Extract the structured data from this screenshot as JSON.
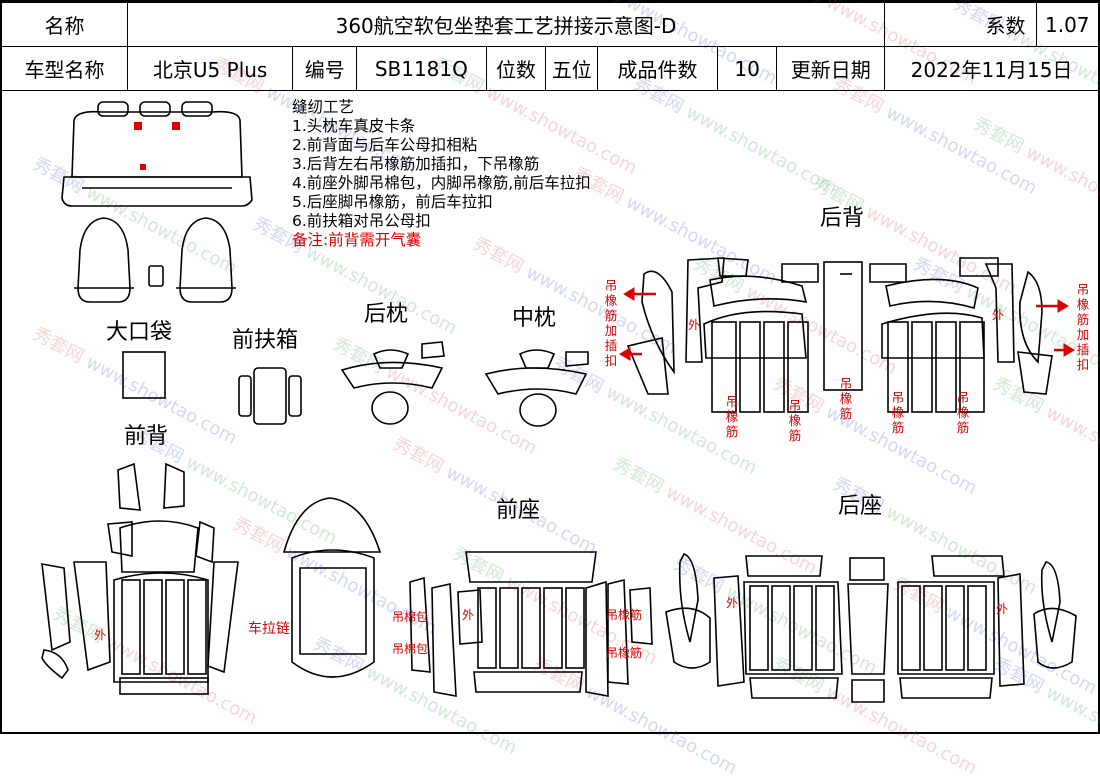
{
  "header": {
    "name_label": "名称",
    "title": "360航空软包坐垫套工艺拼接示意图-D",
    "coef_label": "系数",
    "coef_value": "1.07",
    "model_label": "车型名称",
    "model_value": "北京U5 Plus",
    "code_label": "编号",
    "code_value": "SB1181Q",
    "seats_label": "位数",
    "seats_value": "五位",
    "pieces_label": "成品件数",
    "pieces_value": "10",
    "date_label": "更新日期",
    "date_value": "2022年11月15日"
  },
  "notes": {
    "title": "缝纫工艺",
    "items": [
      "1.头枕车真皮卡条",
      "2.前背面与后车公母扣相粘",
      "3.后背左右吊橡筋加插扣，下吊橡筋",
      "4.前座外脚吊棉包，内脚吊橡筋,前后车拉扣",
      "5.后座脚吊橡筋，前后车拉扣",
      "6.前扶箱对吊公母扣"
    ],
    "remark": "备注:前背需开气囊"
  },
  "sections": {
    "big_bag": "大口袋",
    "front_armrest": "前扶箱",
    "rear_pillow": "后枕",
    "mid_pillow": "中枕",
    "rear_back": "后背",
    "front_back": "前背",
    "front_seat": "前座",
    "rear_seat": "后座"
  },
  "annotations": {
    "outer": "外",
    "hang_elastic_insert": "吊橡筋加插扣",
    "hang_elastic": "吊橡筋",
    "zipper": "车拉链",
    "cotton_bag": "吊棉包"
  },
  "watermark": {
    "brand": "秀套网",
    "site": "www.showtao.com"
  },
  "colors": {
    "annotation_red": "#e00000",
    "line": "#000000"
  }
}
